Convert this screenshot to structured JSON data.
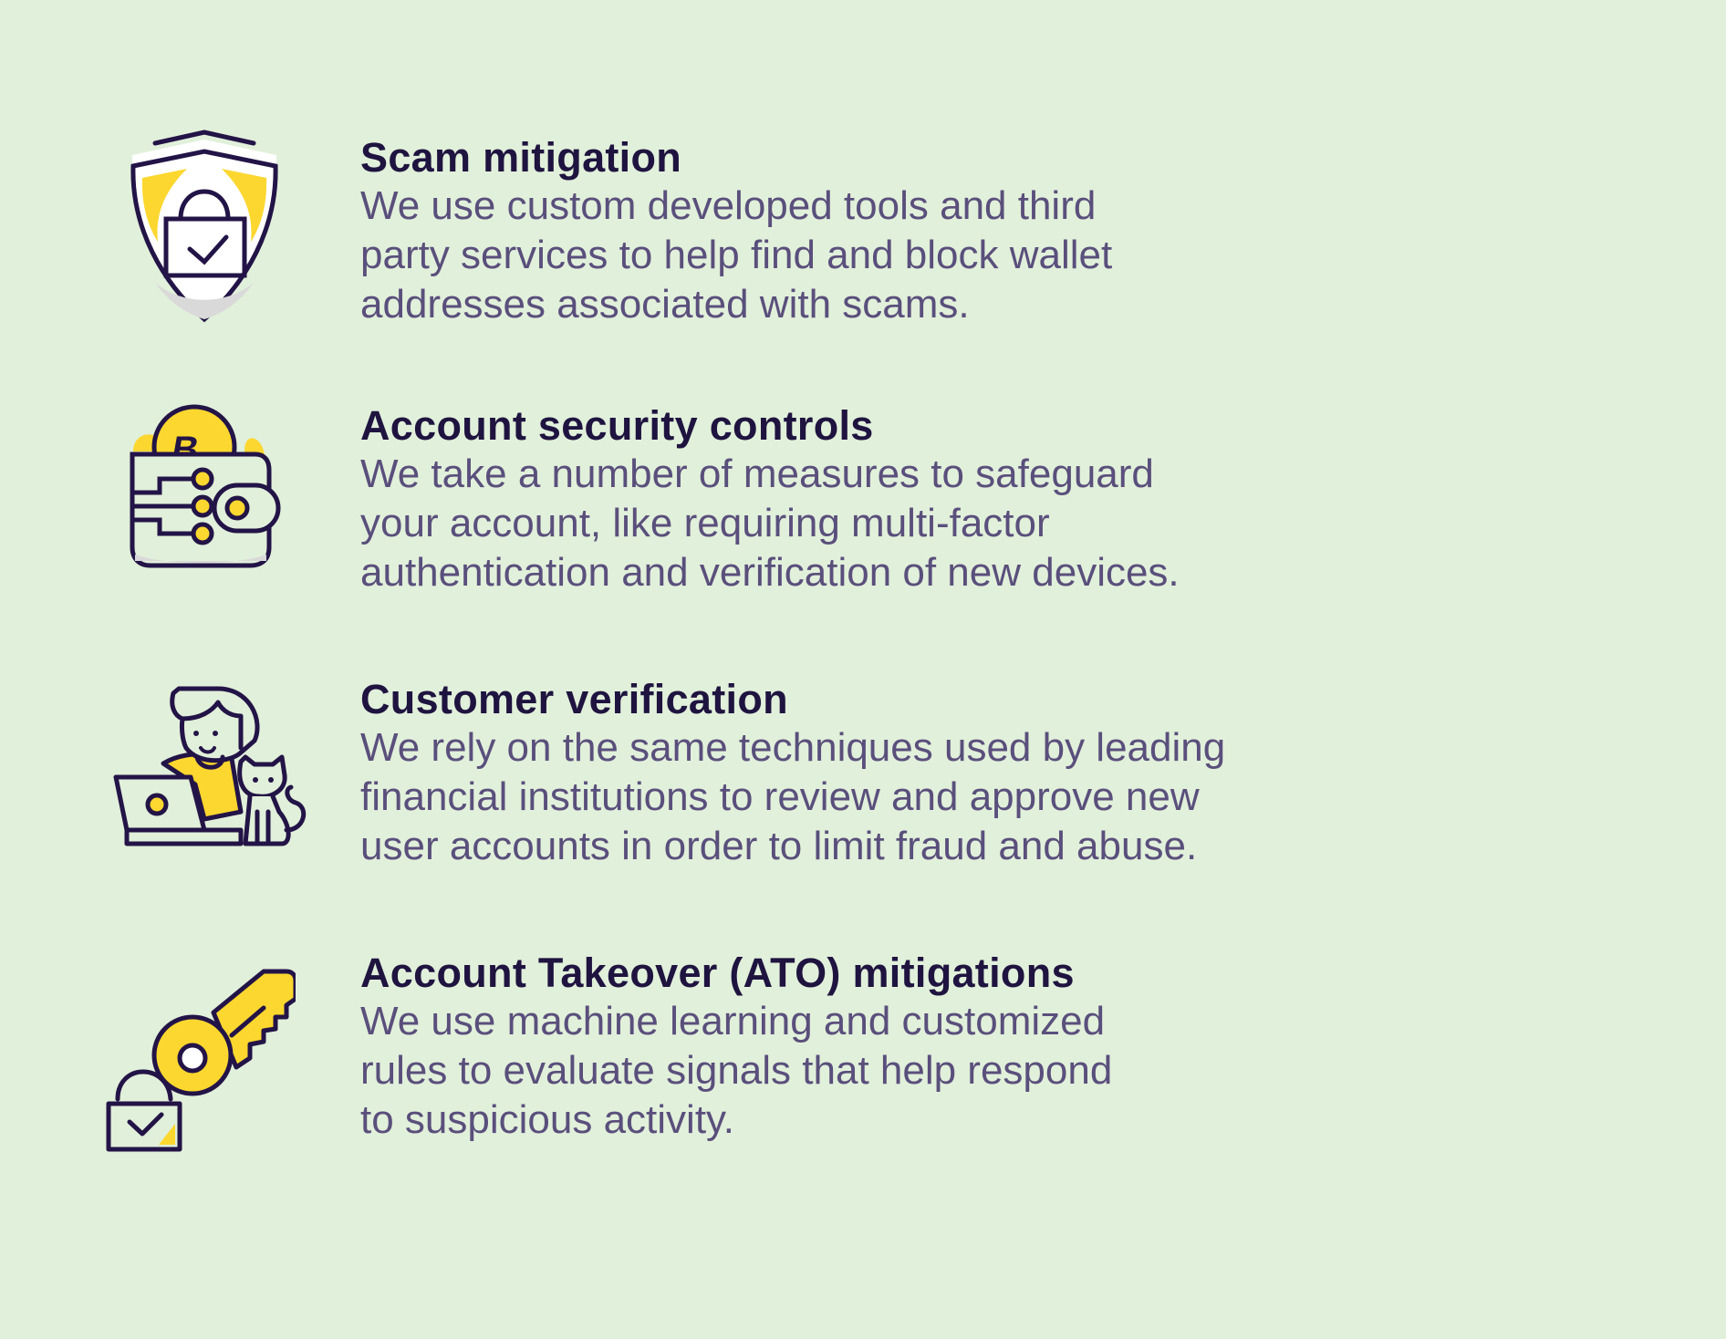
{
  "features": [
    {
      "title": "Scam mitigation",
      "icon": "shield-lock-icon",
      "lines": [
        "We use custom developed tools and third",
        "party services to help find and block wallet",
        "addresses associated with scams."
      ]
    },
    {
      "title": "Account security controls",
      "icon": "bitcoin-wallet-icon",
      "lines": [
        "We take a number of measures to safeguard",
        "your account, like requiring multi-factor",
        "authentication and verification of new devices."
      ]
    },
    {
      "title": "Customer verification",
      "icon": "person-laptop-cat-icon",
      "lines": [
        "We rely on the same techniques used by leading",
        "financial institutions to review and approve new",
        "user accounts in order to limit fraud and abuse."
      ]
    },
    {
      "title": "Account Takeover (ATO) mitigations",
      "icon": "key-lock-icon",
      "lines": [
        "We use machine learning and customized",
        "rules to evaluate signals that help respond",
        "to suspicious activity."
      ]
    }
  ],
  "colors": {
    "background": "#e1f0da",
    "title": "#1f1440",
    "body": "#5a4f7c",
    "accent": "#fcd72f",
    "stroke": "#231447"
  }
}
